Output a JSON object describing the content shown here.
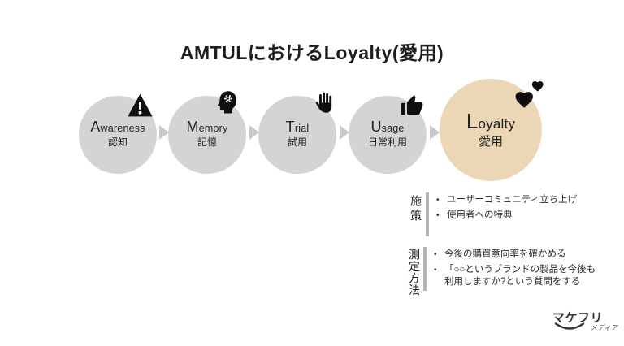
{
  "slide": {
    "title": "AMTULにおけるLoyalty(愛用)"
  },
  "stages": [
    {
      "name": "Awareness",
      "initial": "A",
      "rest": "wareness",
      "jp": "認知"
    },
    {
      "name": "Memory",
      "initial": "M",
      "rest": "emory",
      "jp": "記憶"
    },
    {
      "name": "Trial",
      "initial": "T",
      "rest": "rial",
      "jp": "試用"
    },
    {
      "name": "Usage",
      "initial": "U",
      "rest": "sage",
      "jp": "日常利用"
    },
    {
      "name": "Loyalty",
      "initial": "L",
      "rest": "oyalty",
      "jp": "愛用"
    }
  ],
  "icons": {
    "awareness": "warning-icon",
    "memory": "head-gear-icon",
    "trial": "raised-hand-icon",
    "usage": "thumbs-up-icon",
    "loyalty": "hearts-icon"
  },
  "sections": [
    {
      "label": "施策",
      "bullets": [
        "ユーザーコミュニティ立ち上げ",
        "使用者への特典"
      ]
    },
    {
      "label": "測定方法",
      "bullets": [
        "今後の購買意向率を確かめる",
        "「○○というブランドの製品を今後も利用しますか?という質問をする"
      ]
    }
  ],
  "logo": {
    "brand": "マケフリ",
    "sub": "メディア"
  },
  "colors": {
    "stage_gray": "#d4d4d6",
    "loyalty_beige": "#ebd6b5",
    "arrow_gray": "#c9c9cb",
    "bar_gray": "#b3b3b5",
    "icon_black": "#111111",
    "logo_brown": "#3a322f"
  }
}
